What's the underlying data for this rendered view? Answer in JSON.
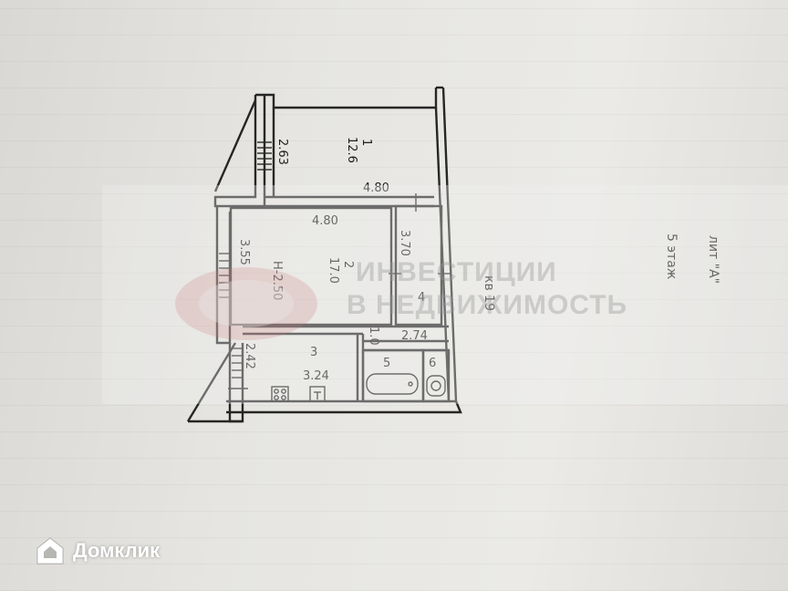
{
  "plan": {
    "header": {
      "lit": "лит \"А\"",
      "floor": "5 этаж",
      "apartment": "кв 19"
    },
    "rooms": [
      {
        "number": "1",
        "area": "12.6",
        "width": "4.80",
        "length": "2.63"
      },
      {
        "number": "2",
        "area": "17.0",
        "width": "4.80",
        "length": "3.55",
        "height": "Н-2.50"
      },
      {
        "number": "3",
        "area": "3.24",
        "length": "2.42"
      },
      {
        "number": "4",
        "length": "3.70",
        "width": "2.74"
      },
      {
        "number": "5"
      },
      {
        "number": "6"
      }
    ],
    "misc_dims": {
      "d_10": "1.0"
    }
  },
  "watermark": {
    "line1": "ИНВЕСТИЦИИ",
    "line2": "В НЕДВИЖИМОСТЬ"
  },
  "branding": {
    "name": "Домклик"
  }
}
